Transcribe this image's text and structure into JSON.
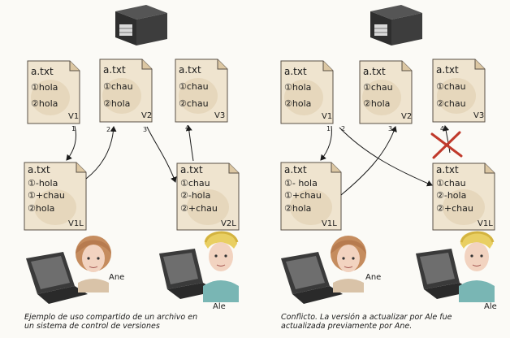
{
  "left_scenario": {
    "server_docs": [
      {
        "file": "a.txt",
        "line1": "①hola",
        "line2": "②hola",
        "version": "V1"
      },
      {
        "file": "a.txt",
        "line1": "①chau",
        "line2": "②hola",
        "version": "V2"
      },
      {
        "file": "a.txt",
        "line1": "①chau",
        "line2": "②chau",
        "version": "V3"
      }
    ],
    "local_docs": [
      {
        "file": "a.txt",
        "lines": [
          "①-hola",
          "①+chau",
          "②hola"
        ],
        "version": "V1L"
      },
      {
        "file": "a.txt",
        "lines": [
          "①chau",
          "②-hola",
          "②+chau"
        ],
        "version": "V2L"
      }
    ],
    "arrow_labels": [
      "1",
      "2",
      "3",
      "4"
    ],
    "users": {
      "left": "Ane",
      "right": "Ale"
    },
    "caption_line1": "Ejemplo de uso compartido de un archivo en",
    "caption_line2": "un sistema de control de versiones"
  },
  "right_scenario": {
    "server_docs": [
      {
        "file": "a.txt",
        "line1": "①hola",
        "line2": "②hola",
        "version": "V1"
      },
      {
        "file": "a.txt",
        "line1": "①chau",
        "line2": "②hola",
        "version": "V2"
      },
      {
        "file": "a.txt",
        "line1": "①chau",
        "line2": "②chau",
        "version": "V3"
      }
    ],
    "local_docs": [
      {
        "file": "a.txt",
        "lines": [
          "①- hola",
          "①+chau",
          "②hola"
        ],
        "version": "V1L"
      },
      {
        "file": "a.txt",
        "lines": [
          "①chau",
          "②-hola",
          "②+chau"
        ],
        "version": "V1L"
      }
    ],
    "arrow_labels": [
      "1",
      "2",
      "3",
      "4"
    ],
    "users": {
      "left": "Ane",
      "right": "Ale"
    },
    "caption_line1": "Conflicto. La versión a actualizar por Ale fue",
    "caption_line2": "actualizada previamente por Ane."
  },
  "colors": {
    "paper": "#efe4cf",
    "paper_stain": "#dcc7a3",
    "ink": "#1b1b1b",
    "server": "#2e2e2e",
    "laptop": "#3a3a3a",
    "skin": "#f2d3c0",
    "hair_ane": "#c58c5e",
    "hair_ale": "#e9cf62",
    "shirt": "#79b6b4",
    "cross": "#c0392b"
  }
}
